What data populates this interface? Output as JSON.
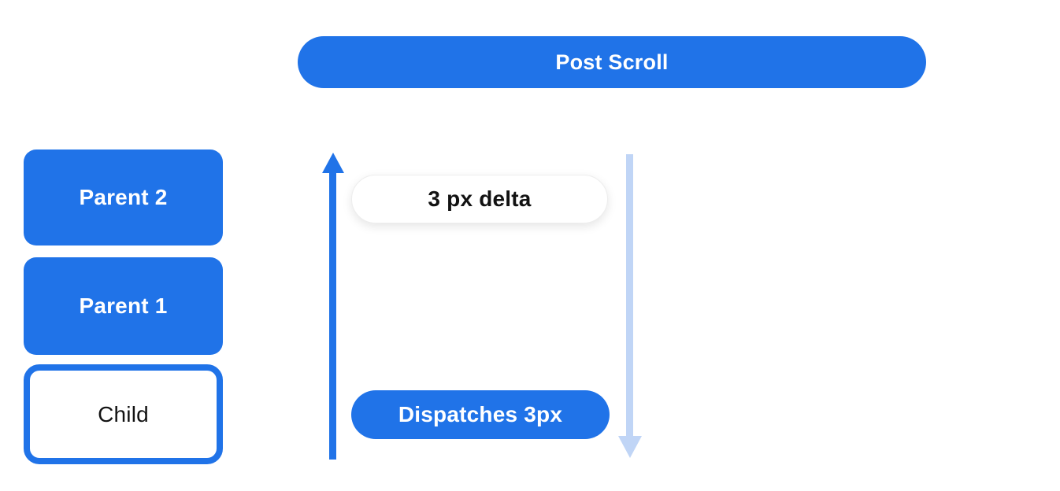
{
  "header": {
    "label": "Post Scroll"
  },
  "stack": [
    {
      "label": "Parent 2",
      "variant": "filled"
    },
    {
      "label": "Parent 1",
      "variant": "filled"
    },
    {
      "label": "Child",
      "variant": "outlined"
    }
  ],
  "flow": {
    "delta_pill": "3 px delta",
    "dispatch_pill": "Dispatches 3px",
    "up_arrow_icon": "up-arrow",
    "down_arrow_icon": "down-arrow"
  },
  "colors": {
    "primary_blue": "#2073e8",
    "light_blue": "#c0d5f6",
    "pill_border": "#ededed",
    "text_dark": "#121212",
    "text_on_blue": "#ffffff",
    "background": "#ffffff"
  }
}
